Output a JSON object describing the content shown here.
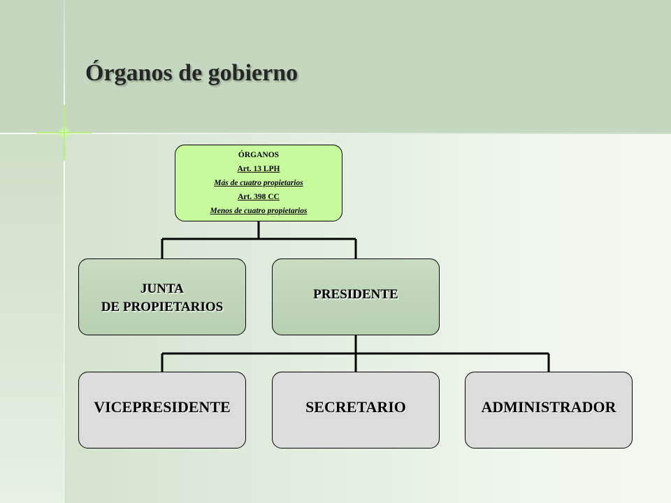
{
  "title": "Órganos de gobierno",
  "root": {
    "line1": "ÓRGANOS",
    "line2": "Art. 13 LPH",
    "line3": "Más de cuatro propietarios",
    "line4": "Art. 398 CC",
    "line5": "Menos de cuatro propietarios"
  },
  "level2": {
    "junta_line1": "JUNTA",
    "junta_line2": "DE PROPIETARIOS",
    "presidente": "PRESIDENTE"
  },
  "level3": {
    "vicepresidente": "VICEPRESIDENTE",
    "secretario": "SECRETARIO",
    "administrador": "ADMINISTRADOR"
  },
  "colors": {
    "root_fill": "#c6fa9a",
    "level2_fill": "#c1d6b9",
    "level3_fill": "#dcdcdc",
    "background": "#dfeadb"
  }
}
